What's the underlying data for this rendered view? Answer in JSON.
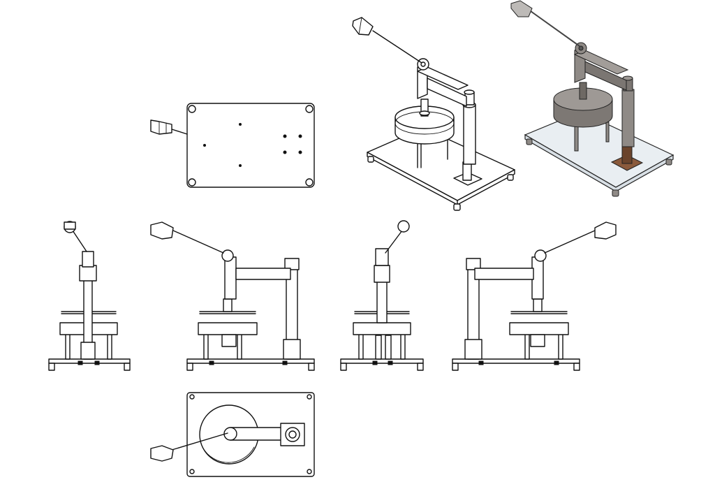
{
  "drawing": {
    "views": [
      "bottom",
      "isometric",
      "isometric-shaded",
      "left",
      "front",
      "right",
      "back",
      "top"
    ],
    "colors": {
      "line": "#111111",
      "paper": "#ffffff",
      "shade_metal": "#8f8a86",
      "shade_metal_dark": "#6e6964",
      "shade_glass": "#e9eef2",
      "shade_bronze": "#8a5a3c",
      "shade_handle": "#bdbab7"
    }
  }
}
